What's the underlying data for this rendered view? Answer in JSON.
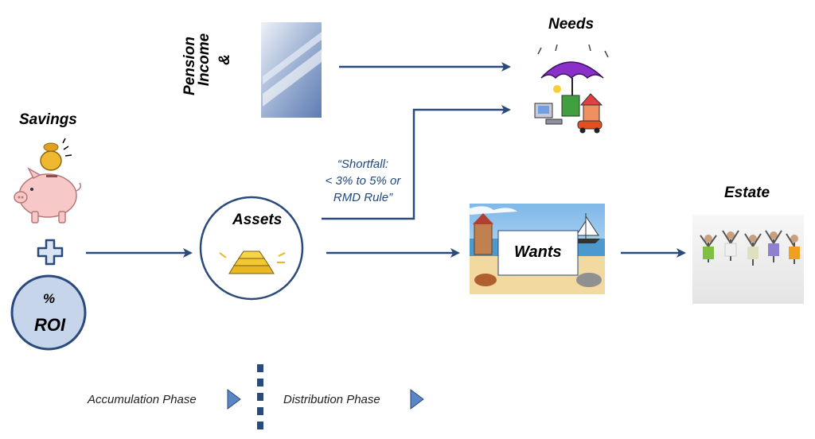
{
  "labels": {
    "savings": "Savings",
    "assets": "Assets",
    "needs": "Needs",
    "wants": "Wants",
    "estate": "Estate",
    "pension_line1": "Pension",
    "pension_line2": "Income",
    "pension_line3": "&"
  },
  "roi": {
    "percent": "%",
    "text": "ROI"
  },
  "shortfall": {
    "line1": "“Shortfall:",
    "line2": "< 3% to 5% or",
    "line3": "RMD Rule”"
  },
  "phases": {
    "accumulation": "Accumulation Phase",
    "distribution": "Distribution Phase"
  },
  "colors": {
    "arrow": "#2a4a7c",
    "circle_fill": "#c6d5ea",
    "accent": "#1f497d",
    "gold": "#e8b820"
  }
}
